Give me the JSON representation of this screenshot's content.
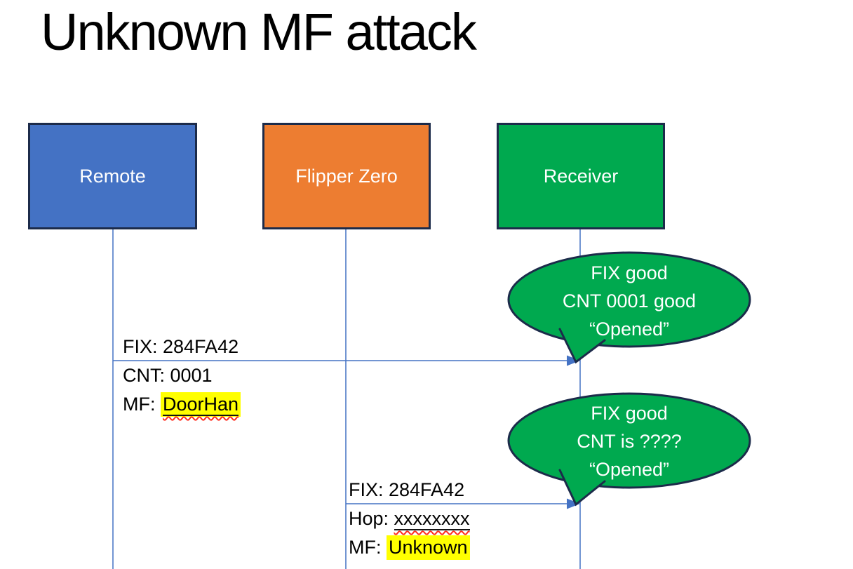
{
  "title": "Unknown MF attack",
  "actors": [
    {
      "label": "Remote"
    },
    {
      "label": "Flipper Zero"
    },
    {
      "label": "Receiver"
    }
  ],
  "messages": [
    {
      "from": "Remote",
      "to": "Receiver",
      "line1": "FIX: 284FA42",
      "line2": "CNT: 0001",
      "line3_prefix": "MF: ",
      "line3_value": "DoorHan"
    },
    {
      "from": "Flipper Zero",
      "to": "Receiver",
      "line1": "FIX: 284FA42",
      "line2_prefix": "Hop: ",
      "line2_value": "xxxxxxxx",
      "line3_prefix": "MF: ",
      "line3_value": "Unknown"
    }
  ],
  "callouts": [
    {
      "line1": "FIX good",
      "line2": "CNT 0001 good",
      "line3": "“Opened”"
    },
    {
      "line1": "FIX good",
      "line2": "CNT is ????",
      "line3": "“Opened”"
    }
  ],
  "colors": {
    "remote_fill": "#4472C4",
    "flipper_fill": "#ED7D31",
    "receiver_fill": "#00A94F",
    "bubble_fill": "#00A94F",
    "shape_border": "#1C2B4A",
    "connector": "#4472C4",
    "highlight": "#FFFF00",
    "squiggle": "#FF2E1F",
    "title_color": "#000000",
    "label_text": "#FFFFFF",
    "message_text": "#000000"
  }
}
